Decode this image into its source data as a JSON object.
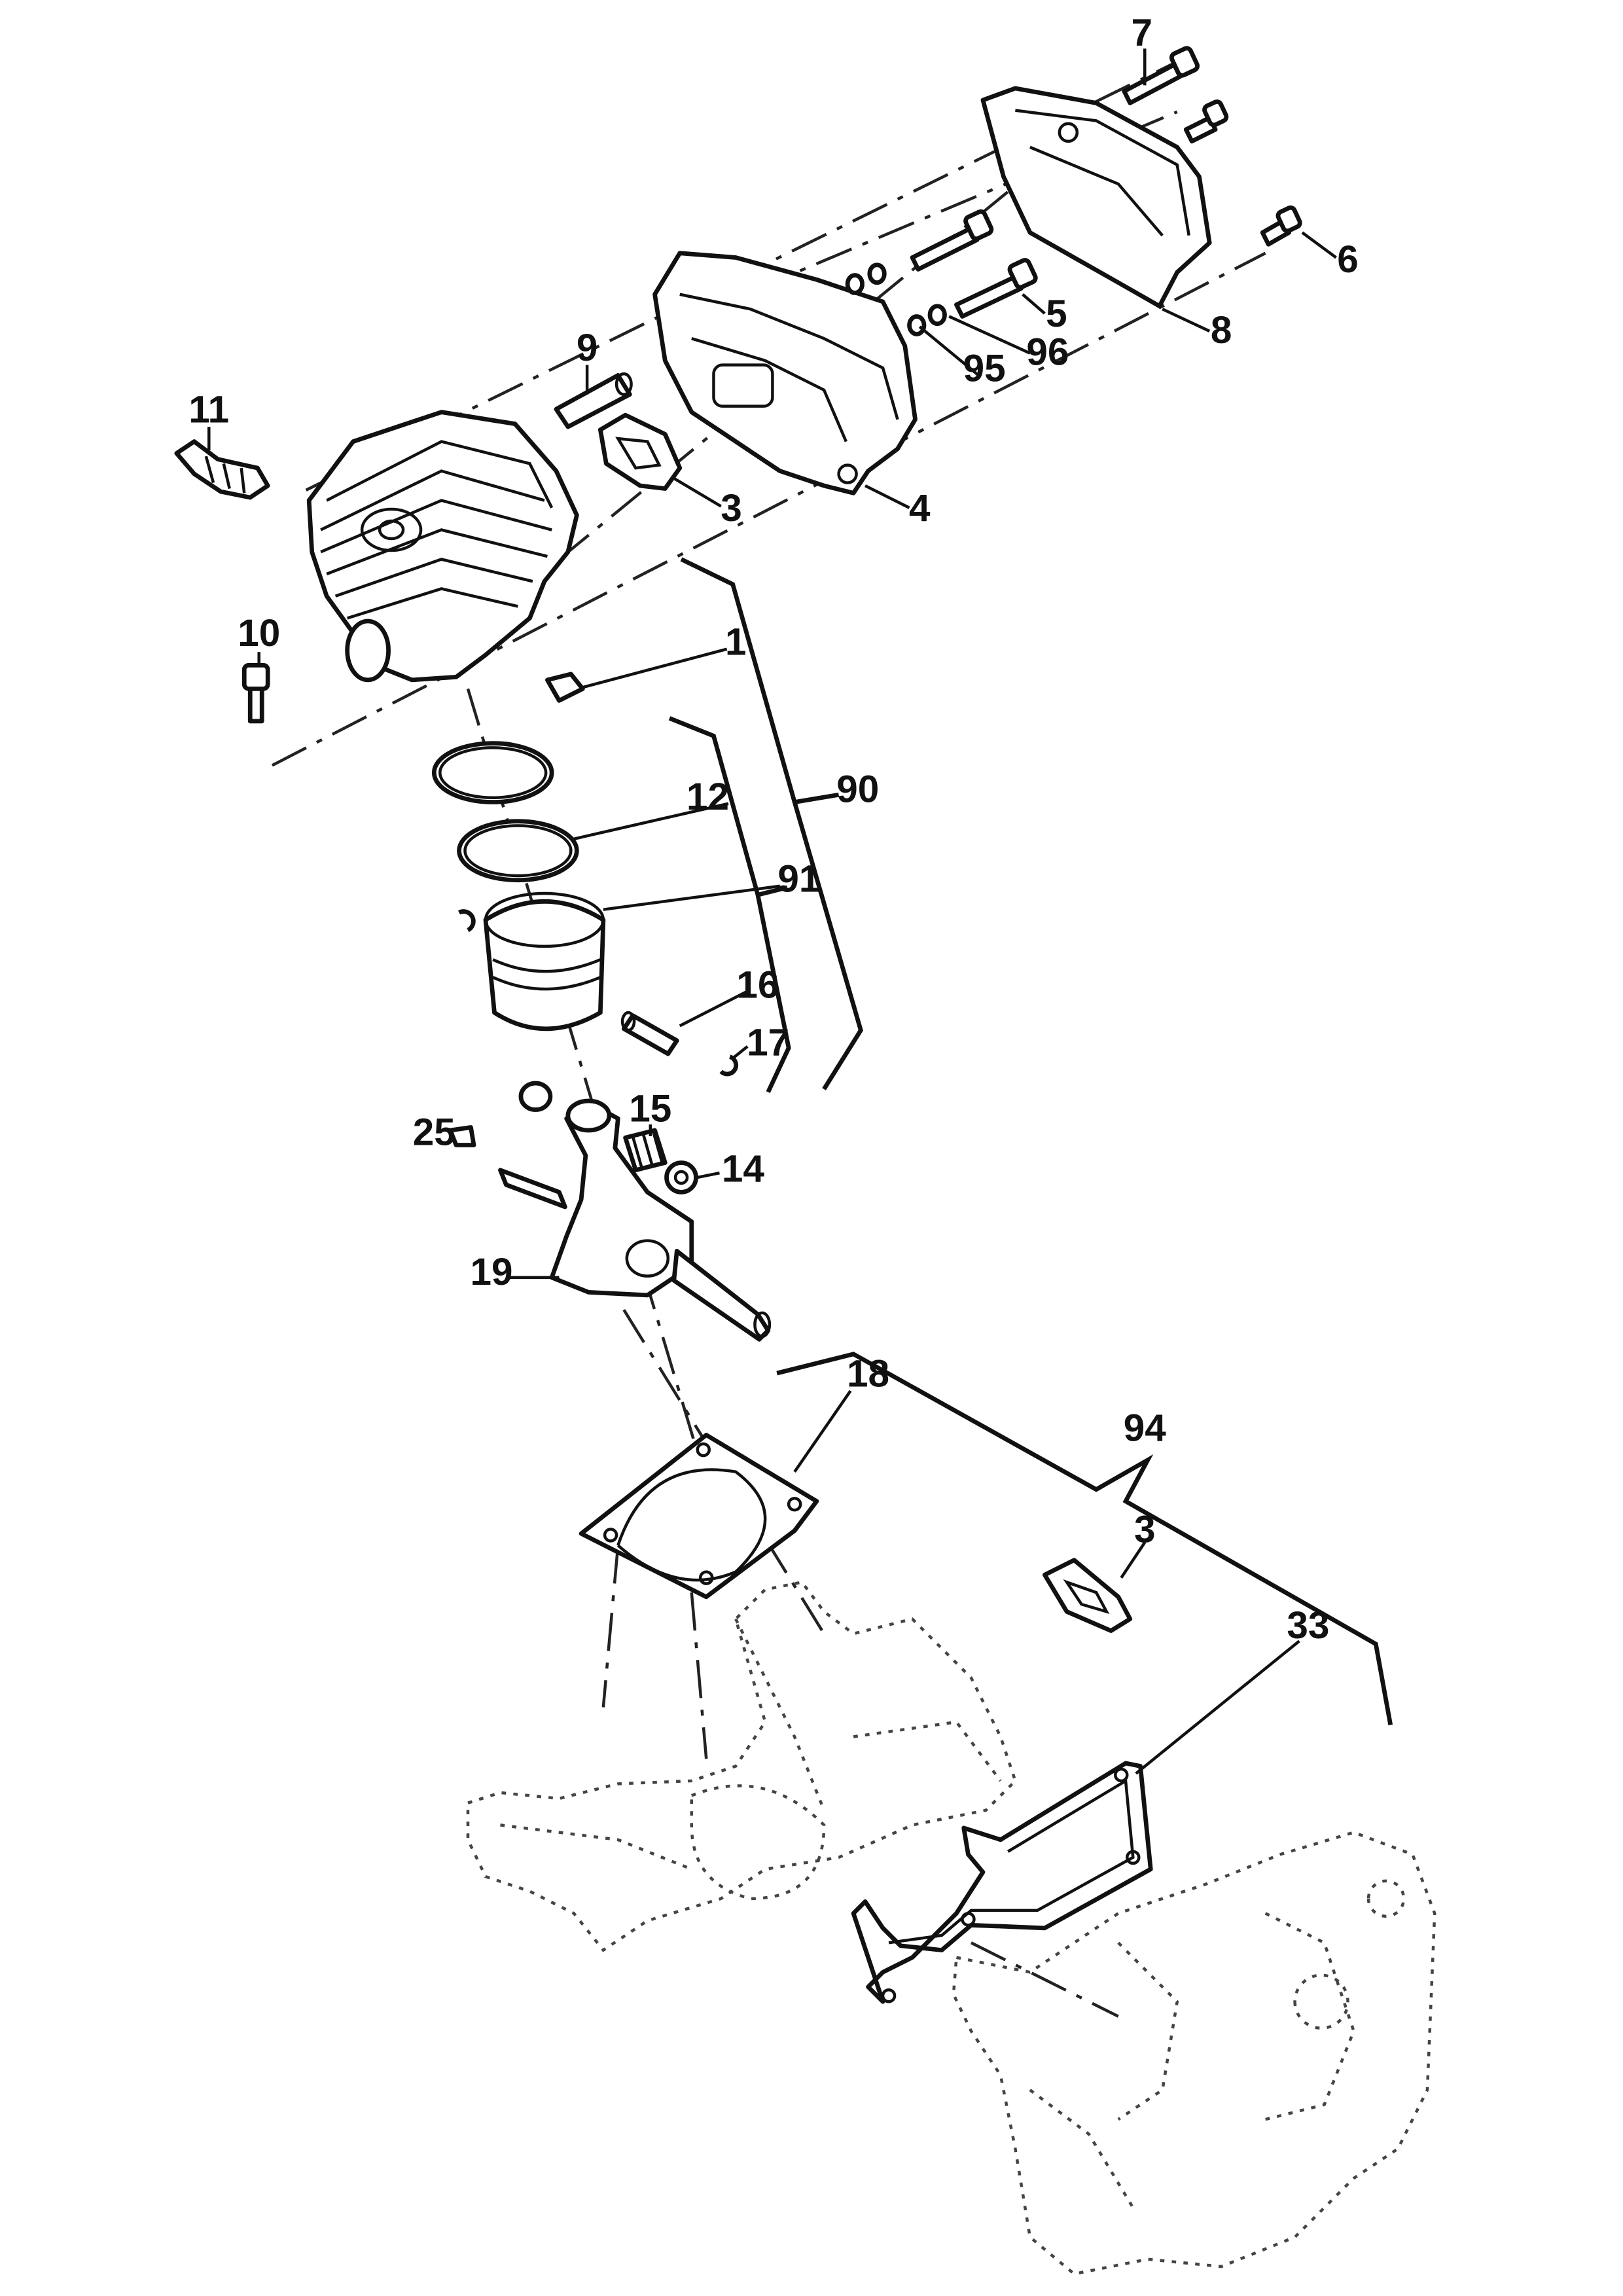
{
  "diagram": {
    "callouts": [
      {
        "id": "c-7",
        "text": "7"
      },
      {
        "id": "c-6",
        "text": "6"
      },
      {
        "id": "c-5",
        "text": "5"
      },
      {
        "id": "c-8",
        "text": "8"
      },
      {
        "id": "c-96",
        "text": "96"
      },
      {
        "id": "c-95",
        "text": "95"
      },
      {
        "id": "c-9",
        "text": "9"
      },
      {
        "id": "c-11",
        "text": "11"
      },
      {
        "id": "c-3a",
        "text": "3"
      },
      {
        "id": "c-4",
        "text": "4"
      },
      {
        "id": "c-10",
        "text": "10"
      },
      {
        "id": "c-1",
        "text": "1"
      },
      {
        "id": "c-90",
        "text": "90"
      },
      {
        "id": "c-12",
        "text": "12"
      },
      {
        "id": "c-91",
        "text": "91"
      },
      {
        "id": "c-16",
        "text": "16"
      },
      {
        "id": "c-17",
        "text": "17"
      },
      {
        "id": "c-15",
        "text": "15"
      },
      {
        "id": "c-25",
        "text": "25"
      },
      {
        "id": "c-14",
        "text": "14"
      },
      {
        "id": "c-19",
        "text": "19"
      },
      {
        "id": "c-18",
        "text": "18"
      },
      {
        "id": "c-94",
        "text": "94"
      },
      {
        "id": "c-3b",
        "text": "3"
      },
      {
        "id": "c-33",
        "text": "33"
      }
    ]
  }
}
